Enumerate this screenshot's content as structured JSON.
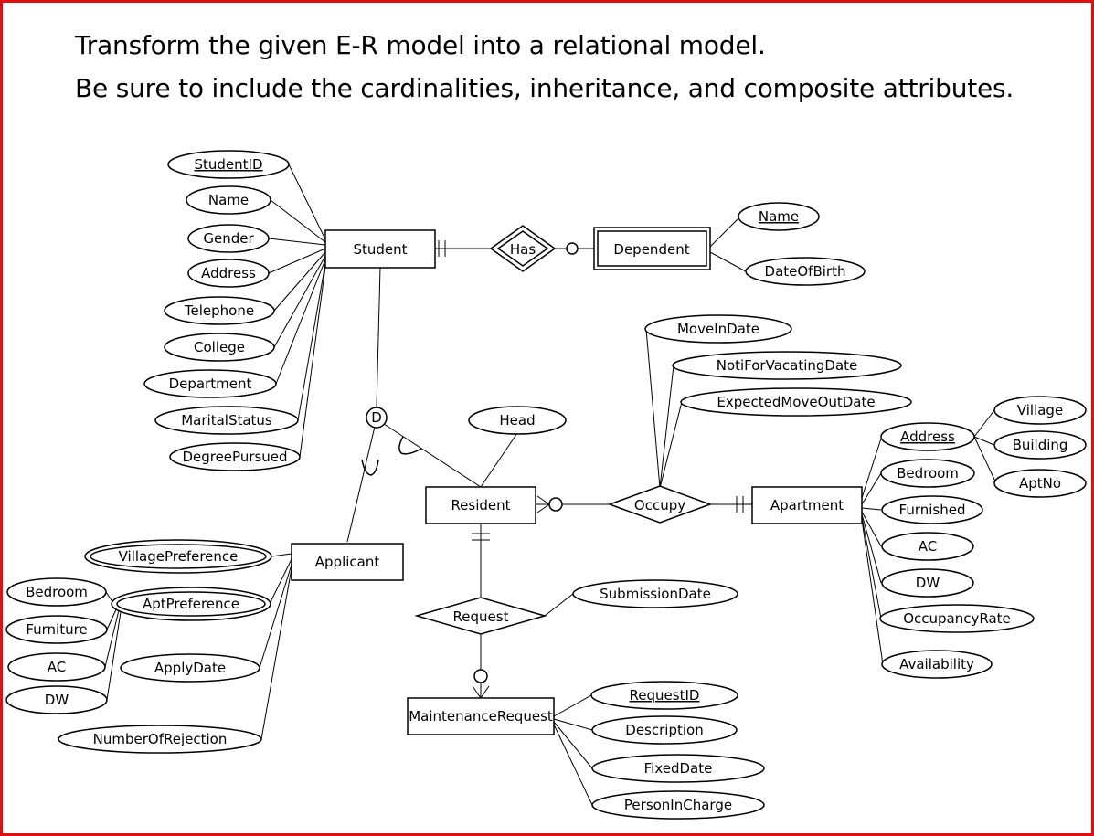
{
  "instructions": {
    "line1": "Transform the given E-R model into a relational model.",
    "line2": "Be sure to include the cardinalities, inheritance, and composite attributes."
  },
  "entities": {
    "student": "Student",
    "dependent": "Dependent",
    "resident": "Resident",
    "applicant": "Applicant",
    "apartment": "Apartment",
    "maintenance_request": "MaintenanceRequest"
  },
  "relationships": {
    "has": "Has",
    "occupy": "Occupy",
    "request": "Request"
  },
  "disjoint_marker": "D",
  "attributes": {
    "student": [
      "StudentID",
      "Name",
      "Gender",
      "Address",
      "Telephone",
      "College",
      "Department",
      "MaritalStatus",
      "DegreePursued"
    ],
    "dependent": [
      "Name",
      "DateOfBirth"
    ],
    "resident": [
      "Head"
    ],
    "occupy": [
      "MoveInDate",
      "NotiForVacatingDate",
      "ExpectedMoveOutDate"
    ],
    "apartment": [
      "Address",
      "Bedroom",
      "Furnished",
      "AC",
      "DW",
      "OccupancyRate",
      "Availability"
    ],
    "apartment_address_parts": [
      "Village",
      "Building",
      "AptNo"
    ],
    "applicant": [
      "VillagePreference",
      "AptPreference",
      "ApplyDate",
      "NumberOfRejection"
    ],
    "apt_preference_parts": [
      "Bedroom",
      "Furniture",
      "AC",
      "DW"
    ],
    "request": [
      "SubmissionDate"
    ],
    "maintenance_request": [
      "RequestID",
      "Description",
      "FixedDate",
      "PersonInCharge"
    ]
  },
  "key_attributes": [
    "StudentID",
    "Name (Dependent)",
    "Address (Apartment)",
    "RequestID"
  ],
  "multivalued_attributes": [
    "VillagePreference",
    "AptPreference"
  ],
  "colors": {
    "frame_border": "#e01010",
    "ink": "#000000",
    "background": "#ffffff"
  }
}
